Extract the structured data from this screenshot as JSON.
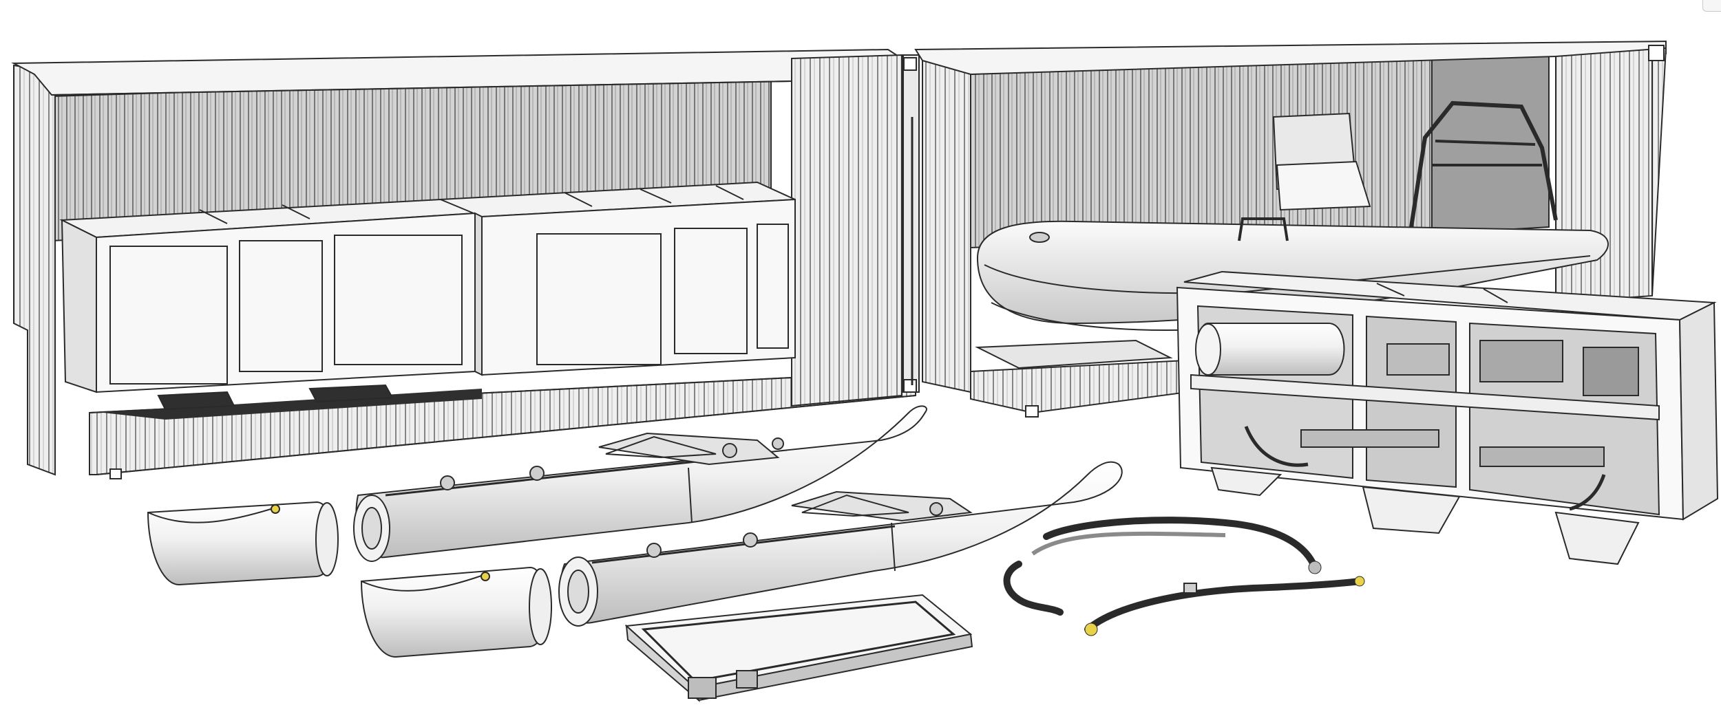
{
  "scene": {
    "background": "#ffffff",
    "line_color": "#2a2a2a",
    "fill_light": "#f6f6f6",
    "fill_mid": "#d8d8d8",
    "fill_dark": "#8a8a8a",
    "accent_tag_color": "#e8d24a",
    "objects": [
      "shipping-container-left",
      "storage-crate-left",
      "storage-crate-center",
      "shipping-container-right",
      "inflatable-boat",
      "equipment-crate-open",
      "pontoon-tube-upper",
      "pontoon-tube-lower",
      "pontoon-end-cap-upper",
      "pontoon-end-cap-lower",
      "deck-frame-panel",
      "hose-assembly"
    ]
  },
  "corner_icon": "frame-corner-icon"
}
